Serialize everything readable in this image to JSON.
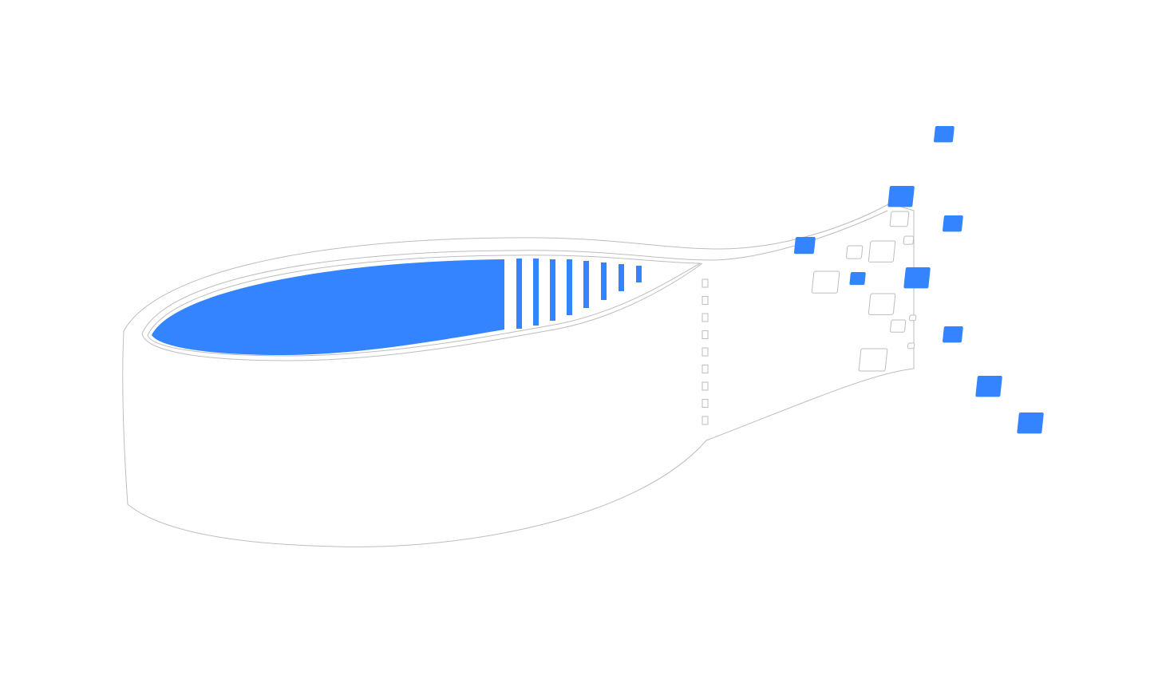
{
  "illustration": {
    "subject": "pixel-dissolve-band-icon",
    "colors": {
      "accent": "#3484FF",
      "outline": "#BDBDBD",
      "fill": "#FFFFFF",
      "background": "#FFFFFF"
    },
    "icons": [
      "band-body-shape",
      "blue-screen-fill",
      "stripe-fade-bars",
      "dashed-divider",
      "pixel-squares"
    ]
  }
}
